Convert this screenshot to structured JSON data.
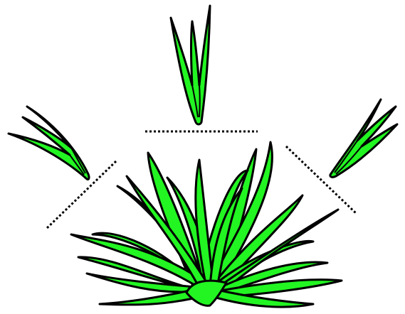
{
  "colors": {
    "background": "#ffffff",
    "leaf_fill": "#22f522",
    "outline": "#000000"
  },
  "parts": [
    {
      "name": "grass-clump",
      "icon": "grass-clump-icon"
    },
    {
      "name": "left-cutting",
      "icon": "leaf-sprig-icon"
    },
    {
      "name": "top-cutting",
      "icon": "leaf-sprig-icon"
    },
    {
      "name": "right-cutting",
      "icon": "leaf-sprig-icon"
    },
    {
      "name": "left-cut-line",
      "icon": "dotted-line-icon"
    },
    {
      "name": "top-cut-line",
      "icon": "dotted-line-icon"
    },
    {
      "name": "right-cut-line",
      "icon": "dotted-line-icon"
    }
  ]
}
